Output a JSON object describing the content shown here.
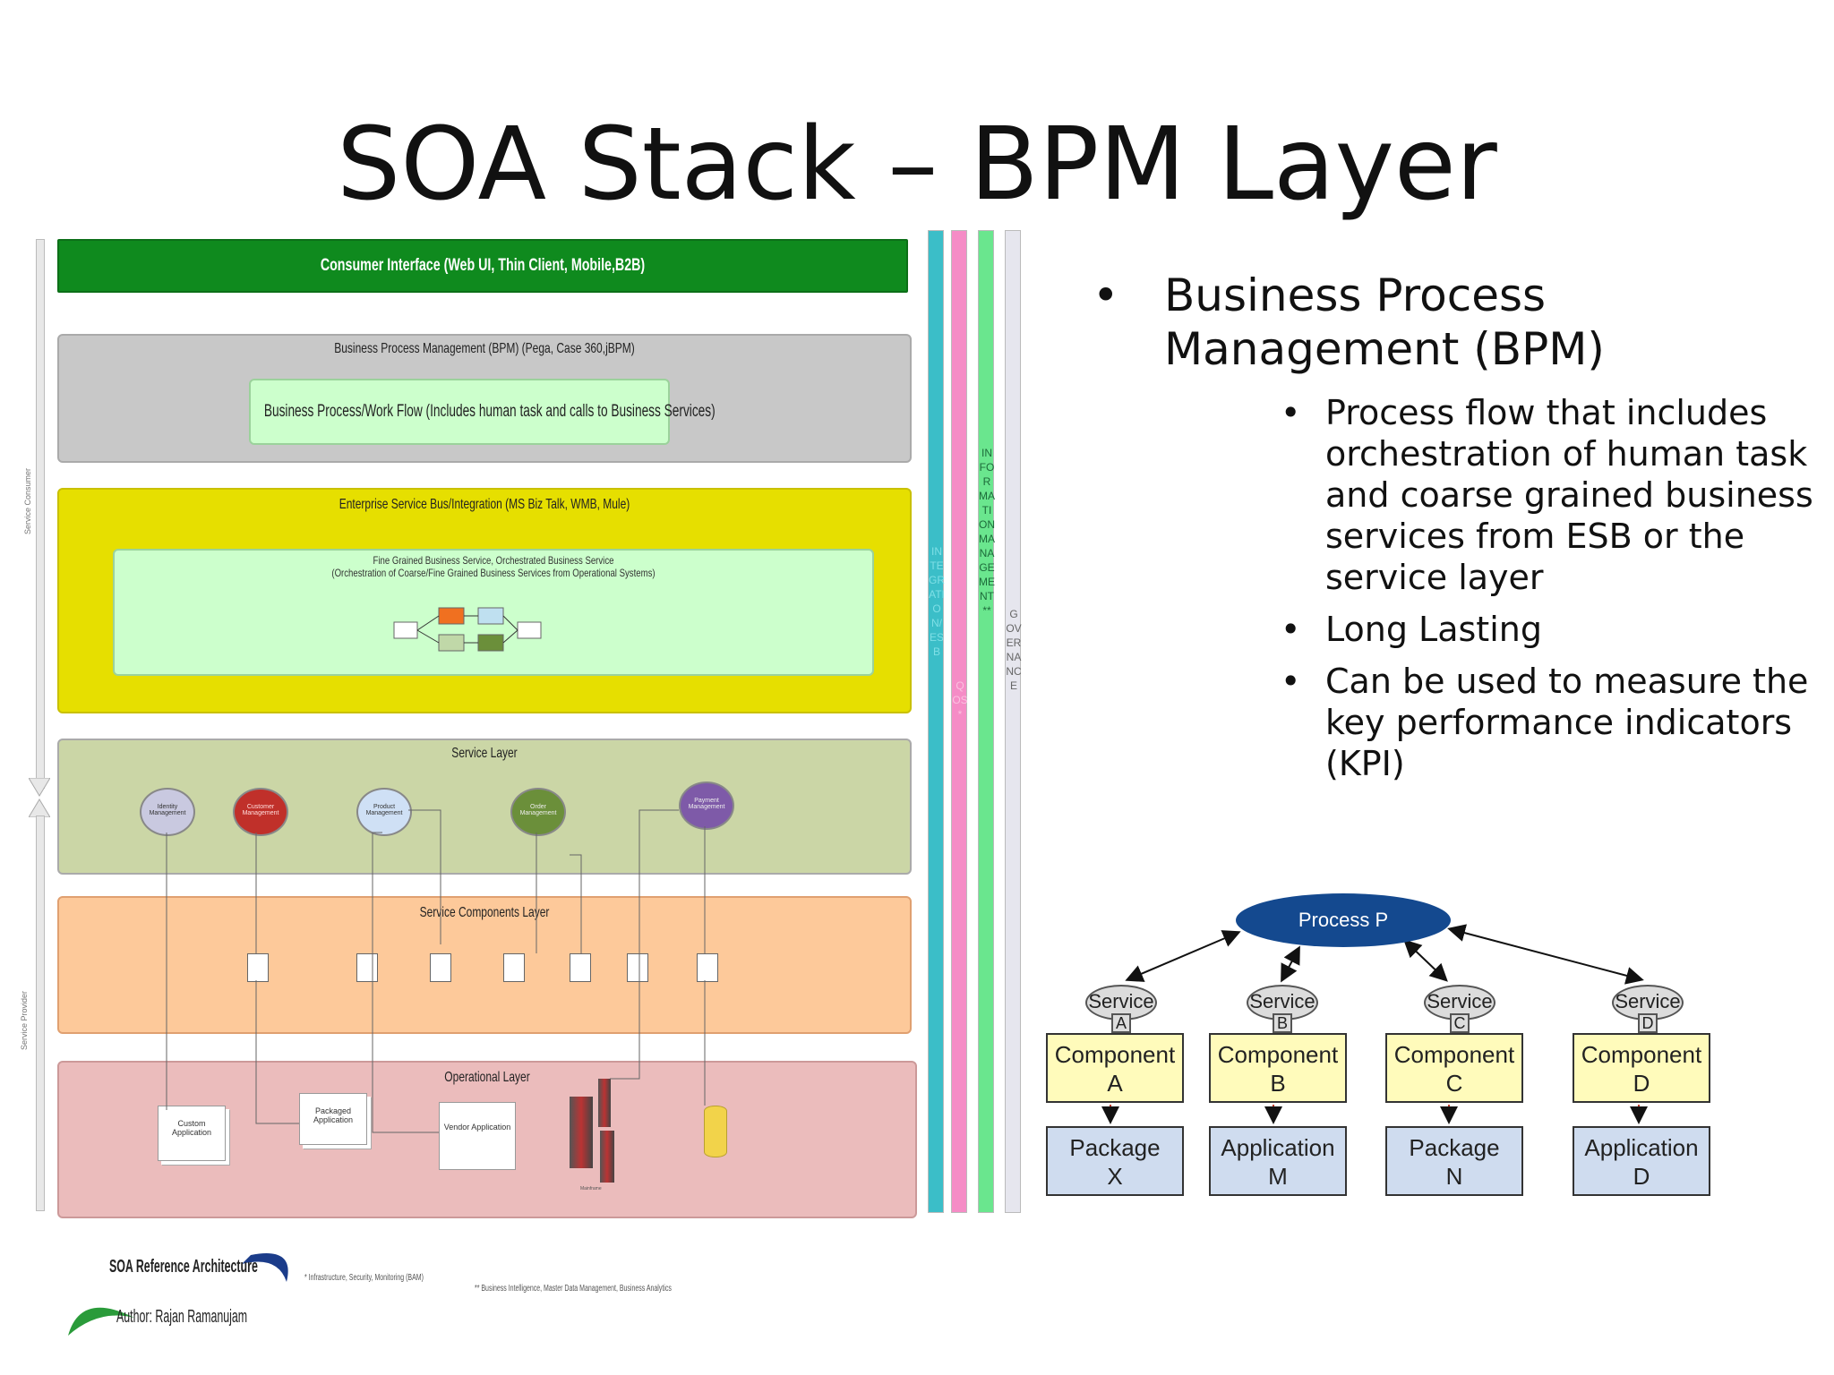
{
  "title": "SOA Stack – BPM Layer",
  "architecture": {
    "consumer_interface": "Consumer Interface (Web UI, Thin Client, Mobile,B2B)",
    "bpm_layer": {
      "title": "Business Process Management (BPM) (Pega, Case 360,jBPM)",
      "inner": "Business Process/Work Flow (Includes human task and calls to Business Services)"
    },
    "esb_layer": {
      "title": "Enterprise Service Bus/Integration (MS Biz Talk, WMB, Mule)",
      "inner_line1": "Fine Grained Business Service, Orchestrated Business Service",
      "inner_line2": "(Orchestration of Coarse/Fine Grained Business Services from Operational Systems)"
    },
    "service_layer": {
      "title": "Service Layer",
      "services": [
        "Identity Management",
        "Customer Management",
        "Product Management",
        "Order Management",
        "Payment Management"
      ]
    },
    "components_layer": {
      "title": "Service Components Layer"
    },
    "operational_layer": {
      "title": "Operational Layer",
      "apps": [
        "Custom Application",
        "Packaged Application",
        "Vendor Application"
      ],
      "db_label": "Mainframe"
    },
    "left_labels": {
      "consumer": "Service Consumer",
      "provider": "Service Provider"
    },
    "vertical_bars": {
      "integration": "INTEGRATION/ESB",
      "qos": "QOS*",
      "information": "INFORMATION MANAGEMENT**",
      "governance": "GOVERNANCE"
    },
    "footer": {
      "ref_title": "SOA Reference Architecture",
      "author": "Author: Rajan Ramanujam",
      "note1": "* Infrastructure, Security, Monitoring (BAM)",
      "note2": "** Business Intelligence, Master Data Management, Business Analytics"
    }
  },
  "bullets": {
    "main": "Business Process Management (BPM)",
    "sub": [
      "Process flow that includes orchestration of human task and coarse grained business services from ESB or the service layer",
      "Long Lasting",
      "Can be used to measure the key performance indicators (KPI)"
    ]
  },
  "process_diagram": {
    "process": "Process P",
    "service_label": "Service",
    "columns": [
      {
        "service": "A",
        "component": "Component",
        "component_id": "A",
        "package": "Package",
        "package_id": "X"
      },
      {
        "service": "B",
        "component": "Component",
        "component_id": "B",
        "package": "Application",
        "package_id": "M"
      },
      {
        "service": "C",
        "component": "Component",
        "component_id": "C",
        "package": "Package",
        "package_id": "N"
      },
      {
        "service": "D",
        "component": "Component",
        "component_id": "D",
        "package": "Application",
        "package_id": "D"
      }
    ]
  },
  "colors": {
    "consumer": "#0f8a1e",
    "bpm": "#c8c8c8",
    "esb": "#e6df00",
    "service": "#cbd6a6",
    "components": "#fdc99a",
    "operational": "#ebbcbc",
    "process": "#14498f"
  }
}
